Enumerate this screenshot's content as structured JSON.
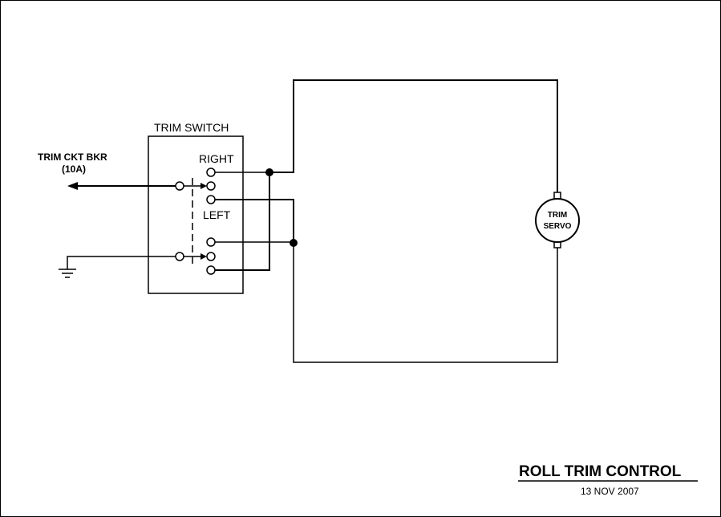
{
  "switch": {
    "title": "TRIM SWITCH",
    "right_label": "RIGHT",
    "left_label": "LEFT"
  },
  "breaker": {
    "line1": "TRIM CKT BKR",
    "line2": "(10A)"
  },
  "servo": {
    "line1": "TRIM",
    "line2": "SERVO"
  },
  "title_block": {
    "title": "ROLL TRIM CONTROL",
    "date": "13 NOV 2007"
  }
}
